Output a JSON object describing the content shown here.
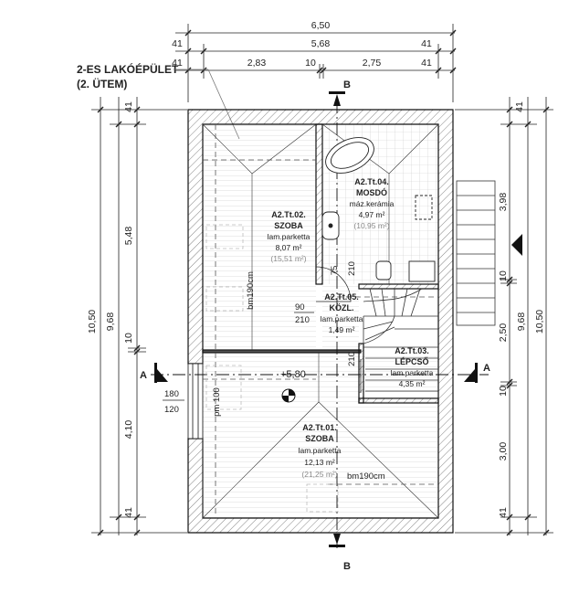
{
  "building_label": {
    "line1": "2-ES LAKÓÉPÜLET",
    "line2": "(2. ÜTEM)"
  },
  "dimensions": {
    "top_total": "6,50",
    "top_middle": "5,68",
    "top_wall_left": "41",
    "top_wall_right": "41",
    "top_segments": [
      "41",
      "2,83",
      "10",
      "2,75",
      "41"
    ],
    "left_total": "10,50",
    "left_inner": "9,68",
    "left_segments": [
      "41",
      "5,48",
      "10",
      "4,10",
      "41"
    ],
    "right_total": "10,50",
    "right_inner": "9,68",
    "right_segments": [
      "41",
      "3,98",
      "10",
      "2,50",
      "10",
      "3,00",
      "41"
    ]
  },
  "section_marks": {
    "a_left": "A",
    "a_right": "A",
    "b_top": "B",
    "b_bottom": "B"
  },
  "level": "+5,80",
  "rooms": [
    {
      "code": "A2.Tt.02.",
      "name": "SZOBA",
      "floor": "lam.parketta",
      "area": "8,07 m²",
      "area2": "(15,51 m²)"
    },
    {
      "code": "A2.Tt.04.",
      "name": "MOSDÓ",
      "floor": "máz.kerámia",
      "area": "4,97 m²",
      "area2": "(10,95 m²)"
    },
    {
      "code": "A2.Tt.05.",
      "name": "KÖZL.",
      "floor": "lam.parketta",
      "area": "1,49 m²"
    },
    {
      "code": "A2.Tt.03.",
      "name": "LÉPCSŐ",
      "floor": "lam.parketta",
      "area": "4,35 m²"
    },
    {
      "code": "A2.Tt.01.",
      "name": "SZOBA",
      "floor": "lam.parketta",
      "area": "12,13 m²",
      "area2": "(21,25 m²)"
    }
  ],
  "annotations": {
    "bm_left": "bm190cm",
    "bm_right": "bm190cm",
    "pm": "pm 100",
    "win_top": "180",
    "win_bottom": "120",
    "door_w": "90",
    "door_h": "210",
    "door_75": "75",
    "door_v1": "210",
    "door_v2": "210"
  }
}
